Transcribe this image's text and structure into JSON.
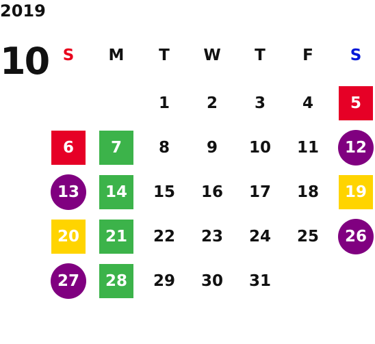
{
  "year": "2019",
  "month": "10",
  "weekdays": [
    {
      "label": "S",
      "type": "sun"
    },
    {
      "label": "M",
      "type": "mon"
    },
    {
      "label": "T",
      "type": "tue"
    },
    {
      "label": "W",
      "type": "wed"
    },
    {
      "label": "T",
      "type": "thu"
    },
    {
      "label": "F",
      "type": "fri"
    },
    {
      "label": "S",
      "type": "sat"
    }
  ],
  "colors": {
    "red": "#e60026",
    "green": "#3cb34a",
    "purple": "#800080",
    "yellow": "#ffd400",
    "sunday_header": "#e8001c",
    "saturday_header": "#0018d8"
  },
  "days": [
    {
      "d": "1",
      "col": 2
    },
    {
      "d": "2",
      "col": 3
    },
    {
      "d": "3",
      "col": 4
    },
    {
      "d": "4",
      "col": 5
    },
    {
      "d": "5",
      "col": 6,
      "mark": "square",
      "color": "red"
    },
    {
      "d": "6",
      "col": 0,
      "mark": "square",
      "color": "red"
    },
    {
      "d": "7",
      "col": 1,
      "mark": "square",
      "color": "green"
    },
    {
      "d": "8",
      "col": 2
    },
    {
      "d": "9",
      "col": 3
    },
    {
      "d": "10",
      "col": 4
    },
    {
      "d": "11",
      "col": 5
    },
    {
      "d": "12",
      "col": 6,
      "mark": "circle",
      "color": "purple"
    },
    {
      "d": "13",
      "col": 0,
      "mark": "circle",
      "color": "purple"
    },
    {
      "d": "14",
      "col": 1,
      "mark": "square",
      "color": "green"
    },
    {
      "d": "15",
      "col": 2
    },
    {
      "d": "16",
      "col": 3
    },
    {
      "d": "17",
      "col": 4
    },
    {
      "d": "18",
      "col": 5
    },
    {
      "d": "19",
      "col": 6,
      "mark": "square",
      "color": "yellow"
    },
    {
      "d": "20",
      "col": 0,
      "mark": "square",
      "color": "yellow"
    },
    {
      "d": "21",
      "col": 1,
      "mark": "square",
      "color": "green"
    },
    {
      "d": "22",
      "col": 2
    },
    {
      "d": "23",
      "col": 3
    },
    {
      "d": "24",
      "col": 4
    },
    {
      "d": "25",
      "col": 5
    },
    {
      "d": "26",
      "col": 6,
      "mark": "circle",
      "color": "purple"
    },
    {
      "d": "27",
      "col": 0,
      "mark": "circle",
      "color": "purple"
    },
    {
      "d": "28",
      "col": 1,
      "mark": "square",
      "color": "green"
    },
    {
      "d": "29",
      "col": 2
    },
    {
      "d": "30",
      "col": 3
    },
    {
      "d": "31",
      "col": 4
    }
  ]
}
